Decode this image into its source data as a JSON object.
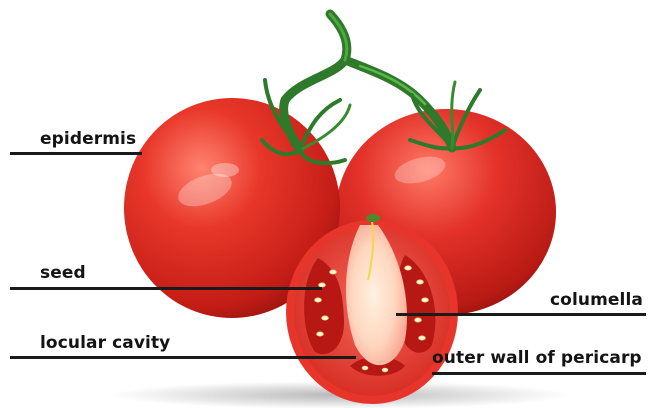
{
  "labels": {
    "epidermis": "epidermis",
    "seed": "seed",
    "locular_cavity": "locular cavity",
    "columella": "columella",
    "outer_wall": "outer wall of pericarp"
  }
}
